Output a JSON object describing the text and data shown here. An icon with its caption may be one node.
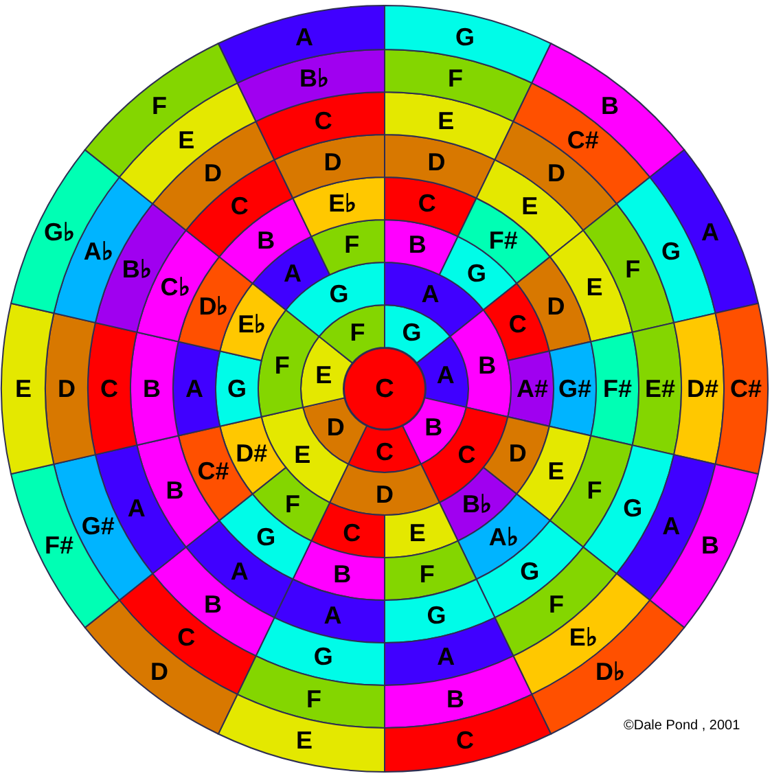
{
  "diagram": {
    "nodes": [
      {
        "text": [
          "C"
        ]
      },
      {
        "text": [
          "G"
        ]
      },
      {
        "text": [
          "A"
        ]
      },
      {
        "text": [
          "B"
        ]
      },
      {
        "text": [
          "C"
        ]
      },
      {
        "text": [
          "D"
        ]
      },
      {
        "text": [
          "E"
        ]
      },
      {
        "text": [
          "F"
        ]
      },
      {
        "text": [
          "A"
        ]
      },
      {
        "text": [
          "B"
        ]
      },
      {
        "text": [
          "C"
        ]
      },
      {
        "text": [
          "D"
        ]
      },
      {
        "text": [
          "E"
        ]
      },
      {
        "text": [
          "F"
        ]
      },
      {
        "text": [
          "G"
        ]
      },
      {
        "text": [
          "B"
        ]
      },
      {
        "text": [
          "G"
        ]
      },
      {
        "text": [
          "C"
        ]
      },
      {
        "text": [
          "A#"
        ]
      },
      {
        "text": [
          "D"
        ]
      },
      {
        "text": [
          "B♭"
        ]
      },
      {
        "text": [
          "E"
        ]
      },
      {
        "text": [
          "C"
        ]
      },
      {
        "text": [
          "F"
        ]
      },
      {
        "text": [
          "D#"
        ]
      },
      {
        "text": [
          "G"
        ]
      },
      {
        "text": [
          "E♭"
        ]
      },
      {
        "text": [
          "A"
        ]
      },
      {
        "text": [
          "F"
        ]
      },
      {
        "text": [
          "C"
        ]
      },
      {
        "text": [
          "F#"
        ]
      },
      {
        "text": [
          "D"
        ]
      },
      {
        "text": [
          "G#"
        ]
      },
      {
        "text": [
          "E"
        ]
      },
      {
        "text": [
          "A♭"
        ]
      },
      {
        "text": [
          "F"
        ]
      },
      {
        "text": [
          "B"
        ]
      },
      {
        "text": [
          "G"
        ]
      },
      {
        "text": [
          "C#"
        ]
      },
      {
        "text": [
          "A"
        ]
      },
      {
        "text": [
          "D♭"
        ]
      },
      {
        "text": [
          "B"
        ]
      },
      {
        "text": [
          "E♭"
        ]
      },
      {
        "text": [
          "D"
        ]
      },
      {
        "text": [
          "E"
        ]
      },
      {
        "text": [
          "E"
        ]
      },
      {
        "text": [
          "F#"
        ]
      },
      {
        "text": [
          "F"
        ]
      },
      {
        "text": [
          "G"
        ]
      },
      {
        "text": [
          "G"
        ]
      },
      {
        "text": [
          "A"
        ]
      },
      {
        "text": [
          "A"
        ]
      },
      {
        "text": [
          "B"
        ]
      },
      {
        "text": [
          "B"
        ]
      },
      {
        "text": [
          "C♭"
        ]
      },
      {
        "text": [
          "C"
        ]
      },
      {
        "text": [
          "D"
        ]
      },
      {
        "text": [
          "E"
        ]
      },
      {
        "text": [
          "D"
        ]
      },
      {
        "text": [
          "F"
        ]
      },
      {
        "text": [
          "E#"
        ]
      },
      {
        "text": [
          "G"
        ]
      },
      {
        "text": [
          "F"
        ]
      },
      {
        "text": [
          "A"
        ]
      },
      {
        "text": [
          "G"
        ]
      },
      {
        "text": [
          "B"
        ]
      },
      {
        "text": [
          "A"
        ]
      },
      {
        "text": [
          "C"
        ]
      },
      {
        "text": [
          "B♭"
        ]
      },
      {
        "text": [
          "D"
        ]
      },
      {
        "text": [
          "C"
        ]
      },
      {
        "text": [
          "F"
        ]
      },
      {
        "text": [
          "C#"
        ]
      },
      {
        "text": [
          "G"
        ]
      },
      {
        "text": [
          "D#"
        ]
      },
      {
        "text": [
          "A"
        ]
      },
      {
        "text": [
          "E♭"
        ]
      },
      {
        "text": [
          "B"
        ]
      },
      {
        "text": [
          "F"
        ]
      },
      {
        "text": [
          "C"
        ]
      },
      {
        "text": [
          "G#"
        ]
      },
      {
        "text": [
          "D"
        ]
      },
      {
        "text": [
          "A♭"
        ]
      },
      {
        "text": [
          "E"
        ]
      },
      {
        "text": [
          "B♭"
        ]
      },
      {
        "text": [
          "G"
        ]
      },
      {
        "text": [
          "B"
        ]
      },
      {
        "text": [
          "A"
        ]
      },
      {
        "text": [
          "C#"
        ]
      },
      {
        "text": [
          "B"
        ]
      },
      {
        "text": [
          "D♭"
        ]
      },
      {
        "text": [
          "C"
        ]
      },
      {
        "text": [
          "E"
        ]
      },
      {
        "text": [
          "D"
        ]
      },
      {
        "text": [
          "F#"
        ]
      },
      {
        "text": [
          "E"
        ]
      },
      {
        "text": [
          "G♭"
        ]
      },
      {
        "text": [
          "F"
        ]
      },
      {
        "text": [
          "A"
        ]
      }
    ],
    "labels": [
      "©Dale Pond , 2001"
    ]
  }
}
